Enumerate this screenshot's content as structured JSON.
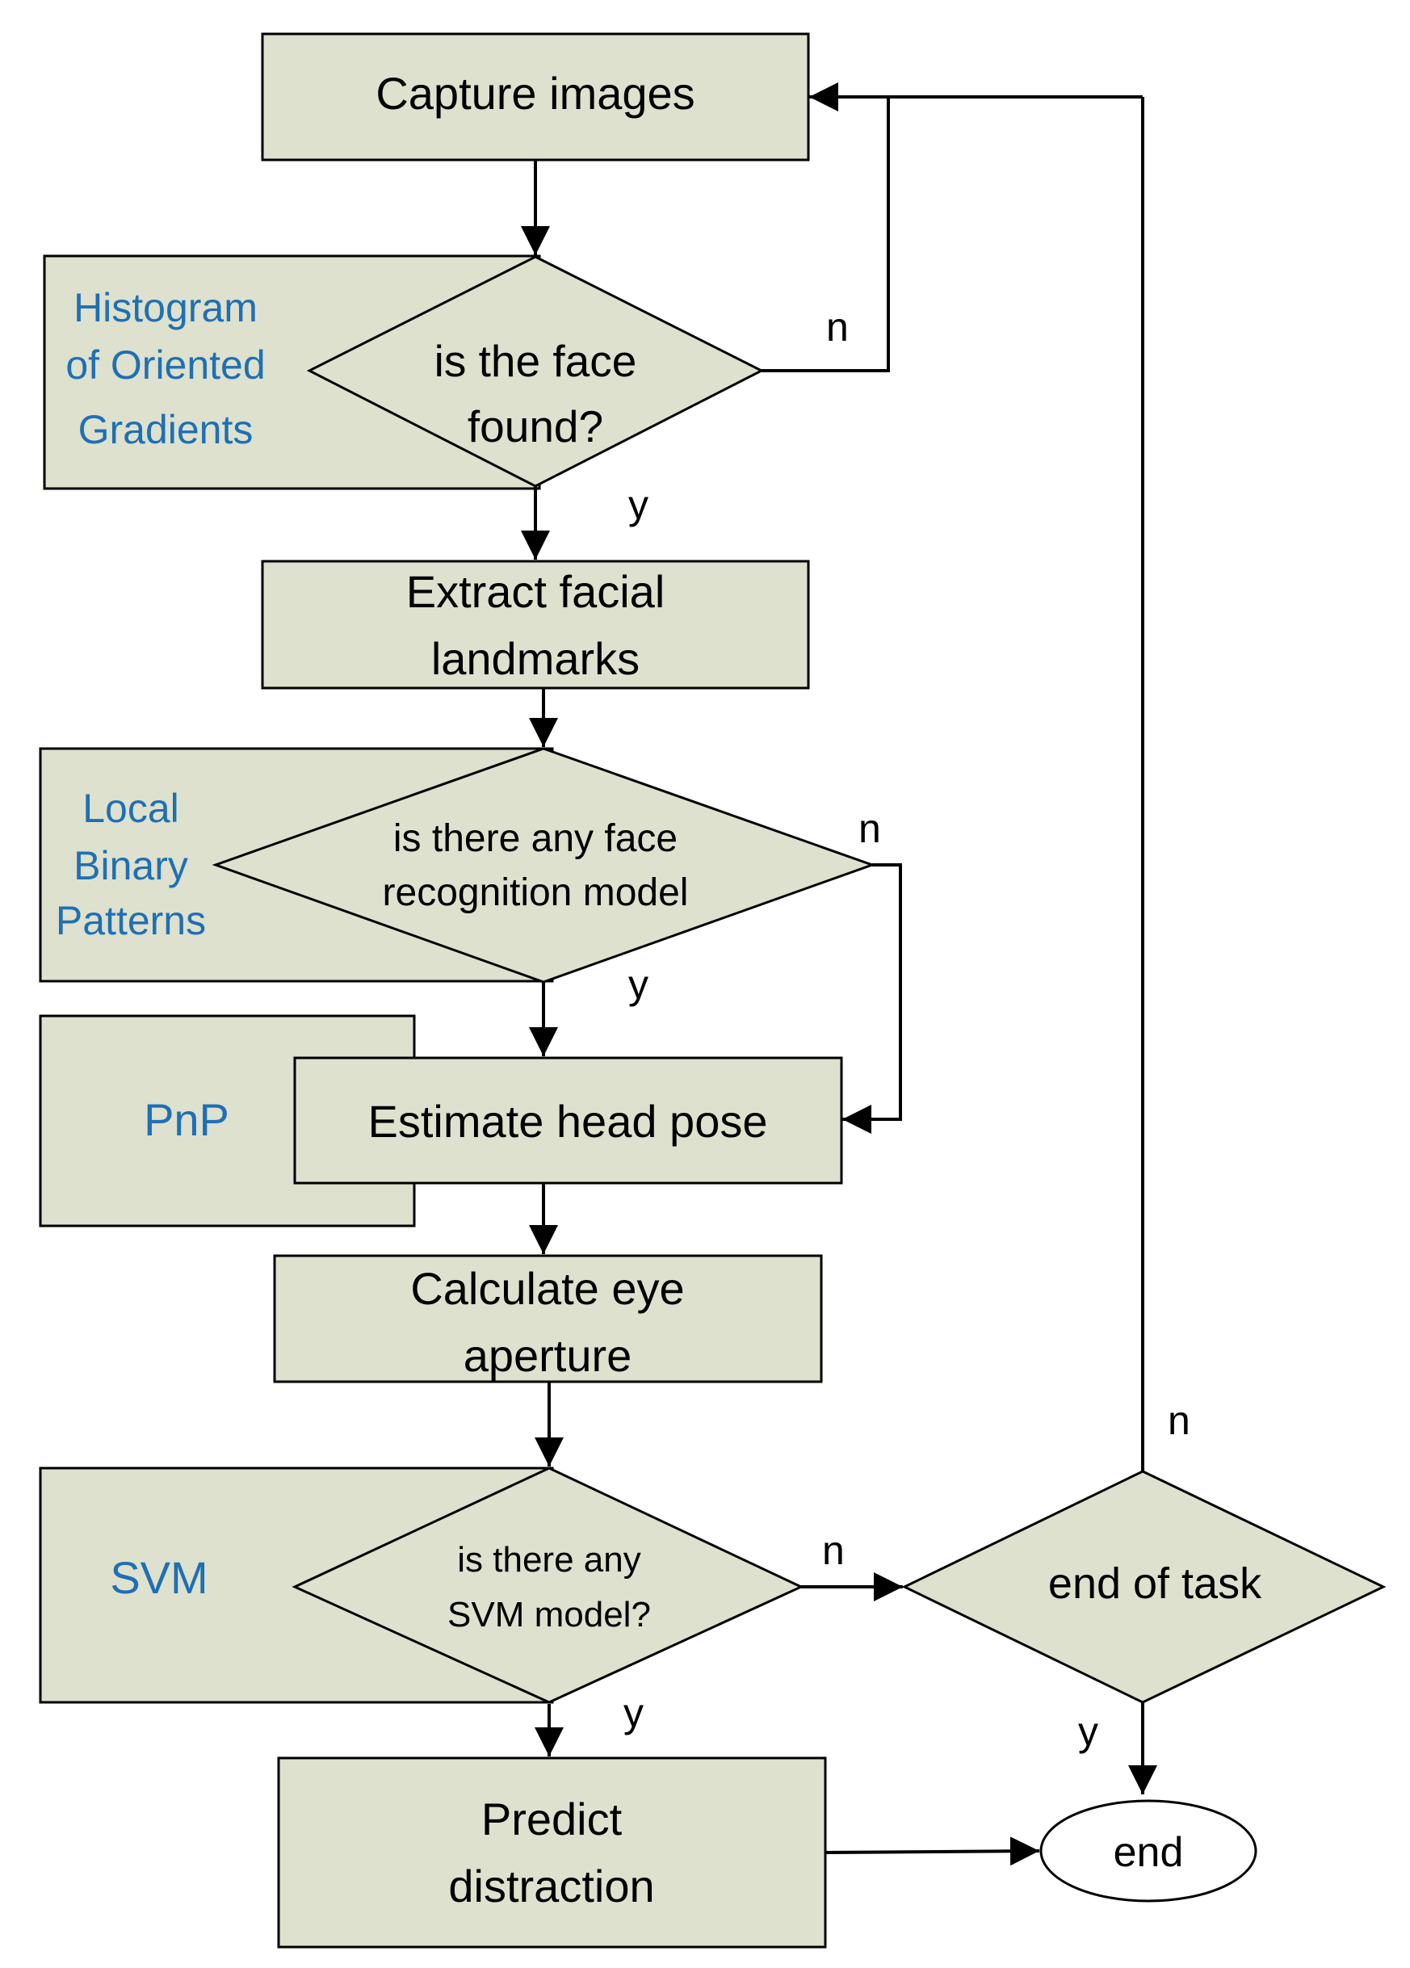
{
  "colors": {
    "box_fill": "#dde1cd",
    "method_text": "#1f6fb5",
    "stroke": "#000000"
  },
  "nodes": {
    "capture": "Capture images",
    "face_found": [
      "is the face",
      "found?"
    ],
    "extract": [
      "Extract facial",
      "landmarks"
    ],
    "face_model": [
      "is there any face",
      "recognition model"
    ],
    "head_pose": "Estimate head pose",
    "eye": [
      "Calculate eye",
      "aperture"
    ],
    "svm_model": [
      "is there any",
      "SVM model?"
    ],
    "end_task": "end of task",
    "predict": [
      "Predict",
      "distraction"
    ],
    "end": "end"
  },
  "methods": {
    "hog": [
      "Histogram",
      "of Oriented",
      "Gradients"
    ],
    "lbp": [
      "Local",
      "Binary",
      "Patterns"
    ],
    "pnp": "PnP",
    "svm": "SVM"
  },
  "edge_labels": {
    "face_found_no": "n",
    "face_found_yes": "y",
    "face_model_no": "n",
    "face_model_yes": "y",
    "svm_no": "n",
    "svm_yes": "y",
    "end_task_no": "n",
    "end_task_yes": "y"
  }
}
